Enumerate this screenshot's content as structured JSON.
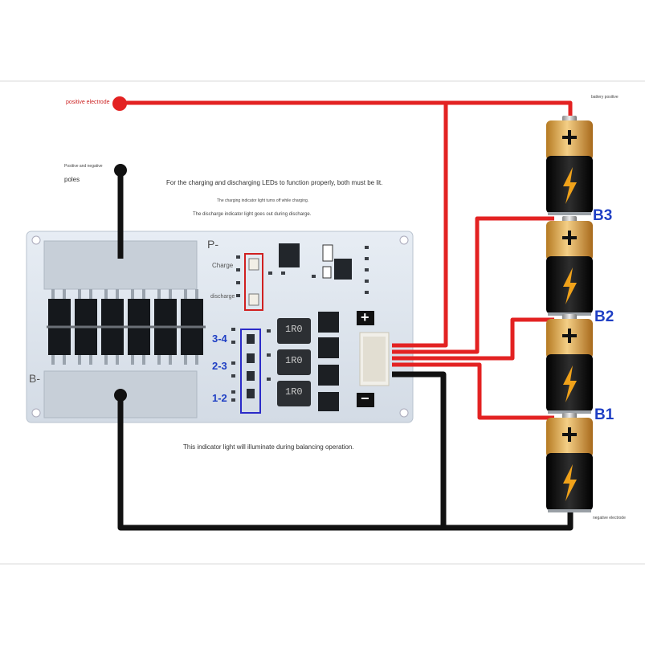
{
  "labels": {
    "positive_electrode": "positive electrode",
    "battery_positive": "battery positive",
    "positive_negative_poles_line1": "Positive and negative",
    "positive_negative_poles_line2": "poles",
    "led_note": "For the charging and discharging LEDs to function properly, both must be lit.",
    "charge_note": "The charging indicator light turns off while charging.",
    "discharge_note": "The discharge indicator light goes out during discharge.",
    "balance_note": "This indicator light will illuminate during balancing operation.",
    "negative_electrode": "negative electrode"
  },
  "board": {
    "p_minus": "P-",
    "b_minus": "B-",
    "charge": "Charge",
    "discharge": "discharge",
    "ch_34": "3-4",
    "ch_23": "2-3",
    "ch_12": "1-2",
    "inductor": "1R0",
    "plus_sign": "+",
    "minus_sign": "−"
  },
  "batteries": {
    "b3": "B3",
    "b2": "B2",
    "b1": "B1",
    "count": 4
  },
  "colors": {
    "positive_wire": "#e32222",
    "negative_wire": "#111111",
    "board": "#dfe6ee",
    "charge_box": "#d02020",
    "balance_box": "#2b2bc8",
    "balance_label": "#1f3fc4",
    "battery_cap": "#e2a94a",
    "battery_body": "#1a1a1a"
  }
}
